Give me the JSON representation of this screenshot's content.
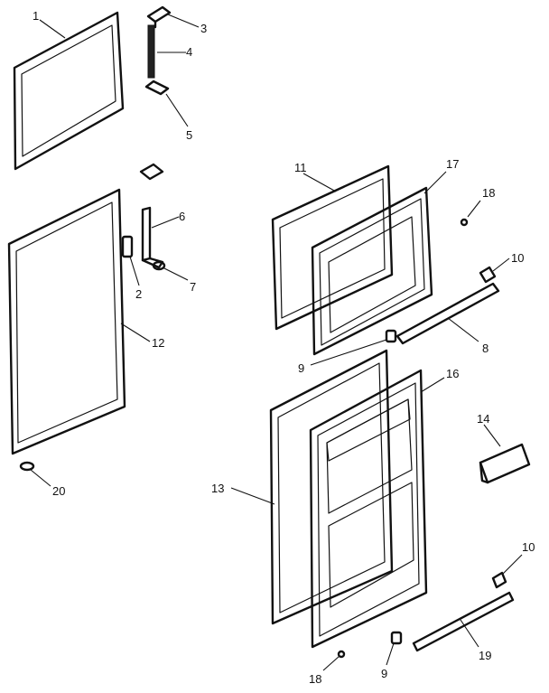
{
  "callouts": [
    "1",
    "2",
    "3",
    "4",
    "5",
    "6",
    "7",
    "8",
    "9",
    "10",
    "11",
    "12",
    "13",
    "14",
    "16",
    "17",
    "18",
    "19",
    "20",
    "9",
    "10",
    "18"
  ],
  "colors": {
    "line": "#111111",
    "background": "#ffffff"
  }
}
